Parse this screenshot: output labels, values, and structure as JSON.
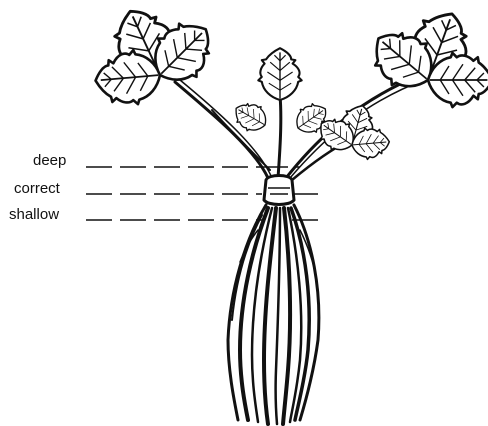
{
  "labels": {
    "deep": "deep",
    "correct": "correct",
    "shallow": "shallow"
  },
  "colors": {
    "ink": "#111111",
    "paper": "#ffffff"
  }
}
